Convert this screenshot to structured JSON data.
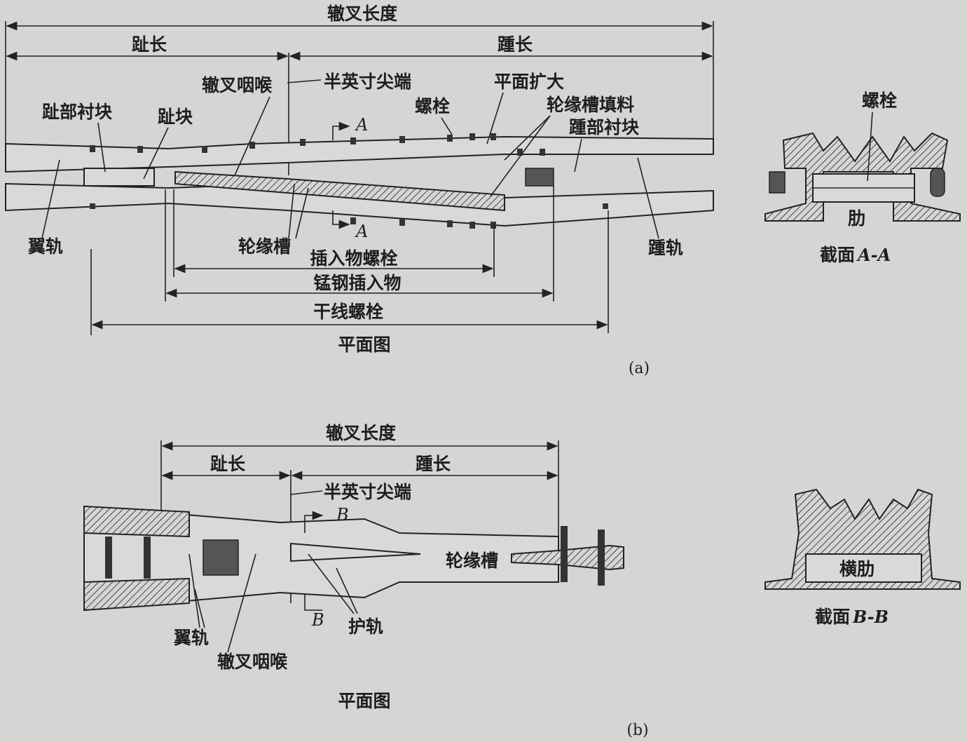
{
  "figure_a": {
    "frog_length": "辙叉长度",
    "toe_length": "趾长",
    "heel_length": "踵长",
    "frog_throat": "辙叉咽喉",
    "half_inch_point": "半英寸尖端",
    "plane_enlarged": "平面扩大",
    "bolt": "螺栓",
    "flangeway_filler": "轮缘槽填料",
    "heel_block": "踵部衬块",
    "toe_block_filler": "趾部衬块",
    "toe_block": "趾块",
    "wing_rail": "翼轨",
    "flangeway": "轮缘槽",
    "insert_bolt": "插入物螺栓",
    "manganese_insert": "锰钢插入物",
    "main_bolt": "干线螺栓",
    "heel_rail": "踵轨",
    "section_mark_top": "A",
    "section_mark_bottom": "A",
    "plan_view": "平面图",
    "caption": "(a)",
    "section": {
      "bolt": "螺栓",
      "rib": "肋",
      "title_prefix": "截面",
      "title_mark": "A-A"
    }
  },
  "figure_b": {
    "frog_length": "辙叉长度",
    "toe_length": "趾长",
    "heel_length": "踵长",
    "half_inch_point": "半英寸尖端",
    "section_mark_top": "B",
    "section_mark_bottom": "B",
    "flangeway": "轮缘槽",
    "guard_rail": "护轨",
    "wing_rail": "翼轨",
    "frog_throat": "辙叉咽喉",
    "plan_view": "平面图",
    "caption": "(b)",
    "section": {
      "cross_rib": "横肋",
      "title_prefix": "截面",
      "title_mark": "B-B"
    }
  }
}
